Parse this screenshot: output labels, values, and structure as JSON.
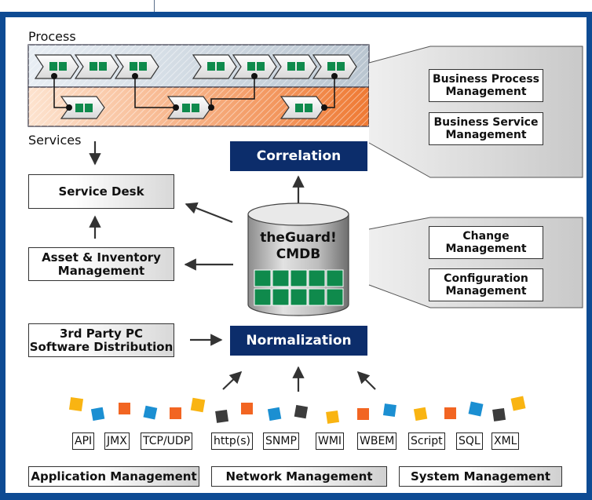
{
  "labels": {
    "process": "Process",
    "services": "Services"
  },
  "boxes": {
    "service_desk": "Service Desk",
    "asset_inventory": "Asset & Inventory Management",
    "third_party": "3rd Party PC Software Distribution",
    "correlation": "Correlation",
    "normalization": "Normalization",
    "cmdb_line1": "theGuard!",
    "cmdb_line2": "CMDB"
  },
  "right_panel": {
    "bpm": "Business Process Management",
    "bsm": "Business Service Management",
    "change": "Change Management",
    "config": "Configuration Management"
  },
  "protocols": [
    "API",
    "JMX",
    "TCP/UDP",
    "http(s)",
    "SNMP",
    "WMI",
    "WBEM",
    "Script",
    "SQL",
    "XML"
  ],
  "bottom": {
    "app": "Application Management",
    "net": "Network Management",
    "sys": "System Management"
  },
  "colors": {
    "frame": "#0e4b93",
    "navy": "#0c2d6b",
    "green": "#0f8a4c",
    "orange": "#f26522",
    "blue": "#1b8fd2",
    "yellow": "#f9b412",
    "dark": "#3c3c3c"
  }
}
